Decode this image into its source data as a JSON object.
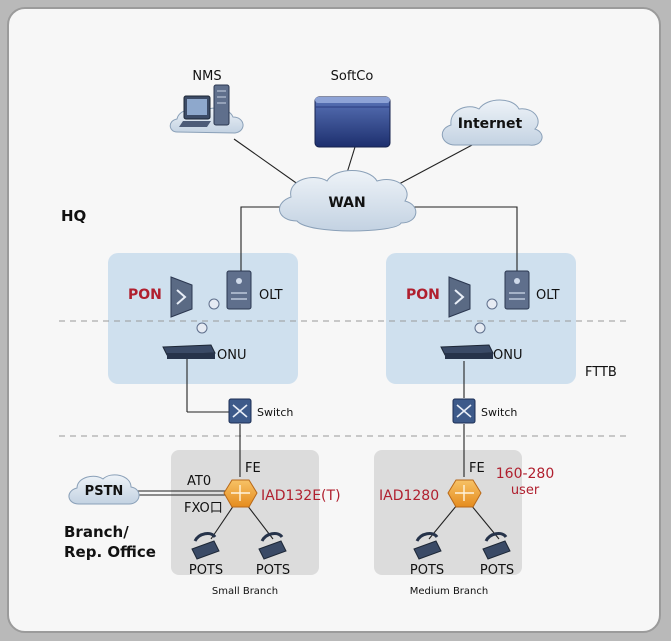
{
  "labels": {
    "nms": "NMS",
    "softco": "SoftCo",
    "internet": "Internet",
    "wan": "WAN",
    "hq": "HQ",
    "pon_left": "PON",
    "pon_right": "PON",
    "olt_left": "OLT",
    "olt_right": "OLT",
    "onu_left": "ONU",
    "onu_right": "ONU",
    "fttb": "FTTB",
    "switch_left": "Switch",
    "switch_right": "Switch",
    "fe_left": "FE",
    "fe_right": "FE",
    "at0": "AT0",
    "fxo": "FXO口",
    "pstn": "PSTN",
    "iad_small": "IAD132E(T)",
    "iad_medium": "IAD1280",
    "user_range": "160-280",
    "user_unit": "user",
    "branch_line1": "Branch/",
    "branch_line2": "Rep. Office",
    "pots_1": "POTS",
    "pots_2": "POTS",
    "pots_3": "POTS",
    "pots_4": "POTS",
    "small_branch": "Small Branch",
    "medium_branch": "Medium Branch"
  },
  "colors": {
    "accent_red": "#b01f2e",
    "region_blue": "#cfe0ee",
    "branch_gray": "#dcdcdc",
    "cloud": "#d9e3ee",
    "iad_orange": "#f2a43a"
  }
}
